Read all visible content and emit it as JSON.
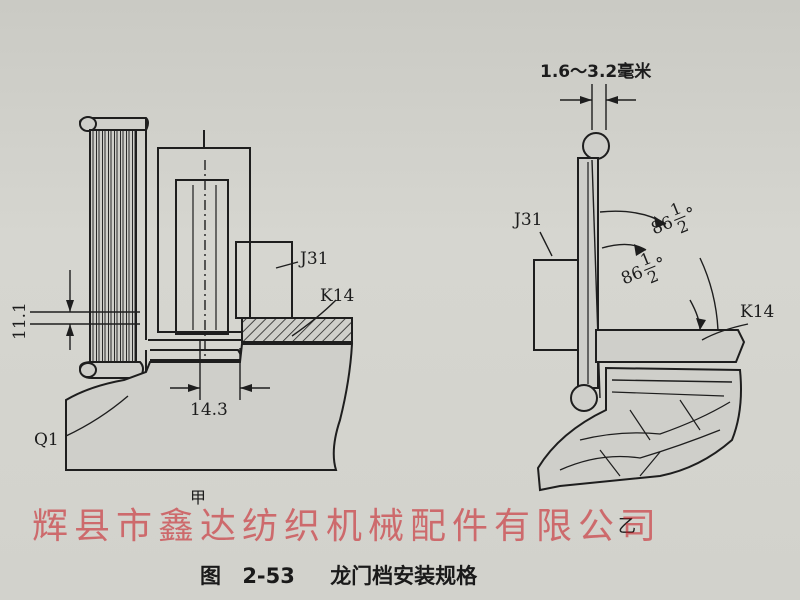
{
  "figure": {
    "left_view": {
      "sublabel": "甲",
      "labels": {
        "j31": "J31",
        "k14": "K14",
        "q1": "Q1",
        "dim_height": "11.1",
        "dim_width": "14.3"
      }
    },
    "right_view": {
      "sublabel": "乙",
      "labels": {
        "gap_dim": "1.6～3.2毫米",
        "j31": "J31",
        "k14": "K14",
        "angle1_whole": "86",
        "angle1_num": "1",
        "angle1_den": "2",
        "angle1_unit": "°",
        "angle2_whole": "86",
        "angle2_num": "1",
        "angle2_den": "2",
        "angle2_unit": "°"
      }
    }
  },
  "caption": {
    "prefix": "图",
    "number": "2-53",
    "title": "龙门档安装规格"
  },
  "watermark": "辉县市鑫达纺织机械配件有限公司"
}
